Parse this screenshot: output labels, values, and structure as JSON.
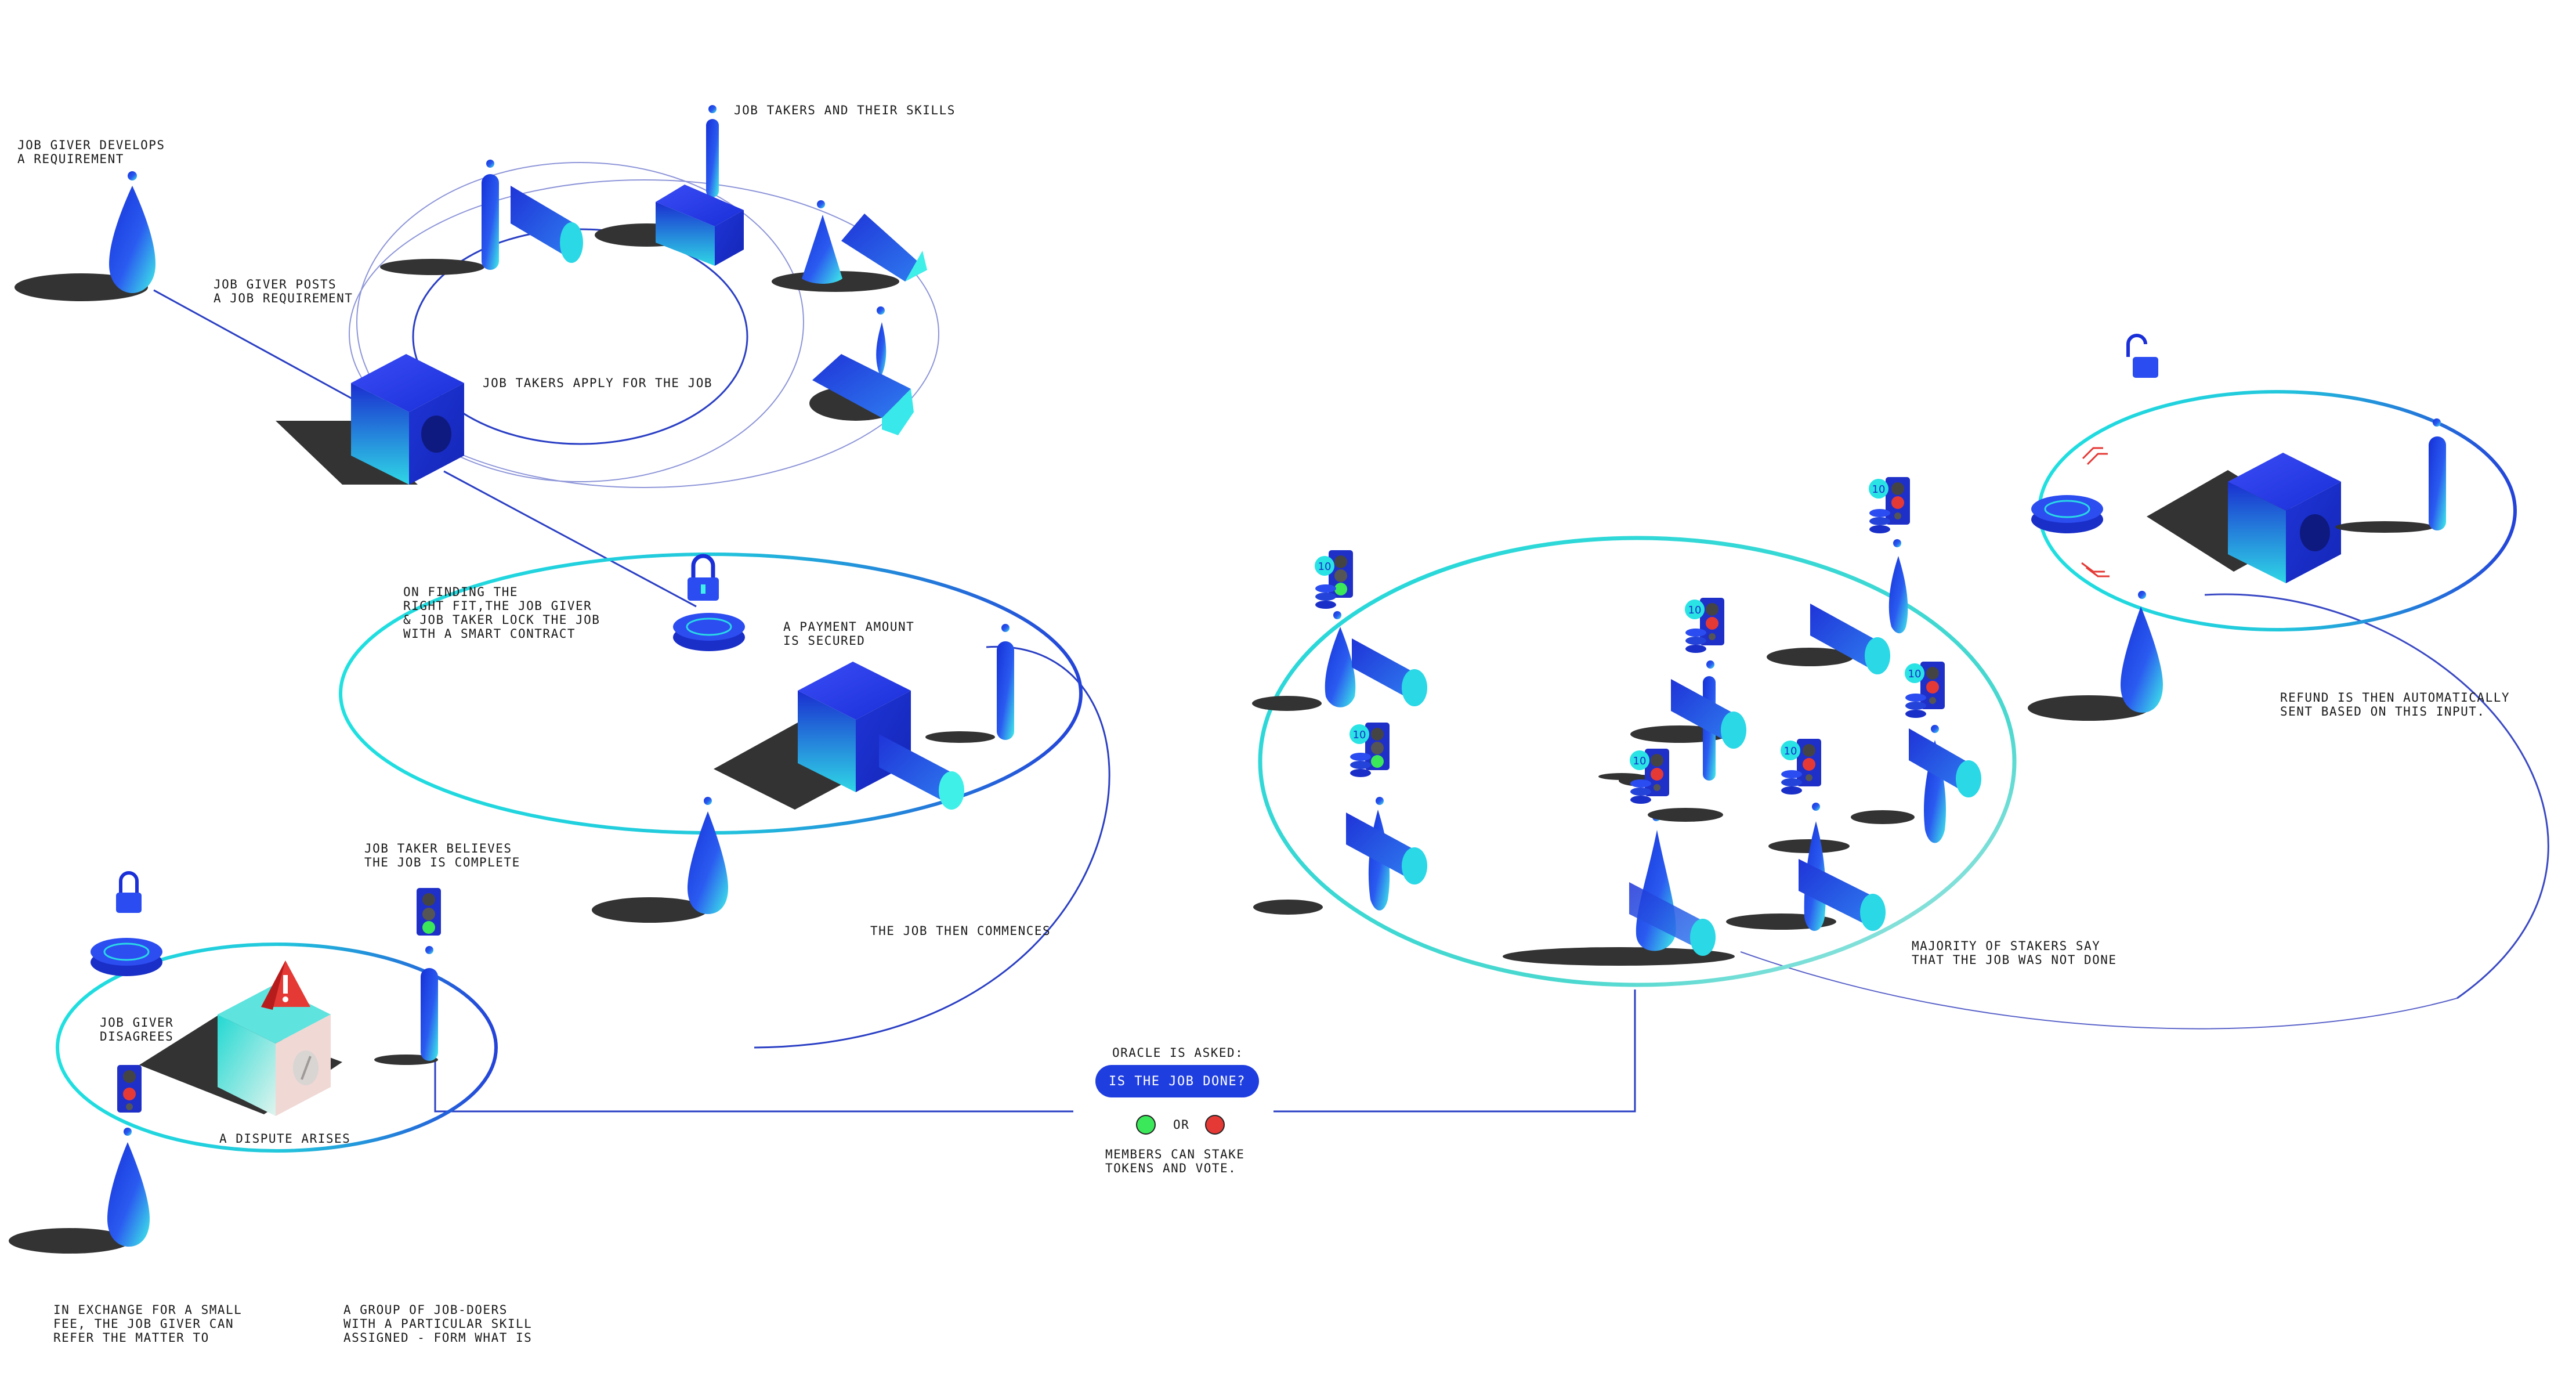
{
  "labels": {
    "giver_develops": "JOB GIVER DEVELOPS\nA REQUIREMENT",
    "takers_skills": "JOB TAKERS AND THEIR SKILLS",
    "giver_posts": "JOB GIVER POSTS\nA JOB REQUIREMENT",
    "takers_apply": "JOB TAKERS APPLY FOR THE JOB",
    "lock_job": "ON FINDING THE\nRIGHT FIT,THE JOB GIVER\n& JOB TAKER LOCK THE JOB\nWITH A SMART CONTRACT",
    "payment": "A PAYMENT AMOUNT\nIS SECURED",
    "commences": "THE JOB THEN COMMENCES",
    "taker_believes": "JOB TAKER BELIEVES\nTHE JOB IS COMPLETE",
    "giver_disagrees": "JOB GIVER\nDISAGREES",
    "dispute": "A DISPUTE ARISES",
    "small_fee": "IN EXCHANGE FOR A SMALL\nFEE, THE JOB GIVER CAN\nREFER THE MATTER TO",
    "group": "A GROUP OF JOB-DOERS\nWITH A PARTICULAR SKILL\nASSIGNED - FORM WHAT IS",
    "oracle_asked": "ORACLE IS ASKED:",
    "oracle_question": "IS THE JOB DONE?",
    "or": "OR",
    "members_stake": "MEMBERS CAN STAKE\nTOKENS AND VOTE.",
    "majority": "MAJORITY OF STAKERS SAY\nTHAT THE JOB WAS NOT DONE",
    "refund": "REFUND IS THEN AUTOMATICALLY\nSENT BASED ON THIS INPUT.",
    "token_count": "10"
  },
  "colors": {
    "blue": "#1f3ee0",
    "cyan": "#19e6e0",
    "vote_yes": "#3be85a",
    "vote_no": "#e53935",
    "warning": "#e53935",
    "shadow": "#333333",
    "line": "#2a3fc4"
  }
}
